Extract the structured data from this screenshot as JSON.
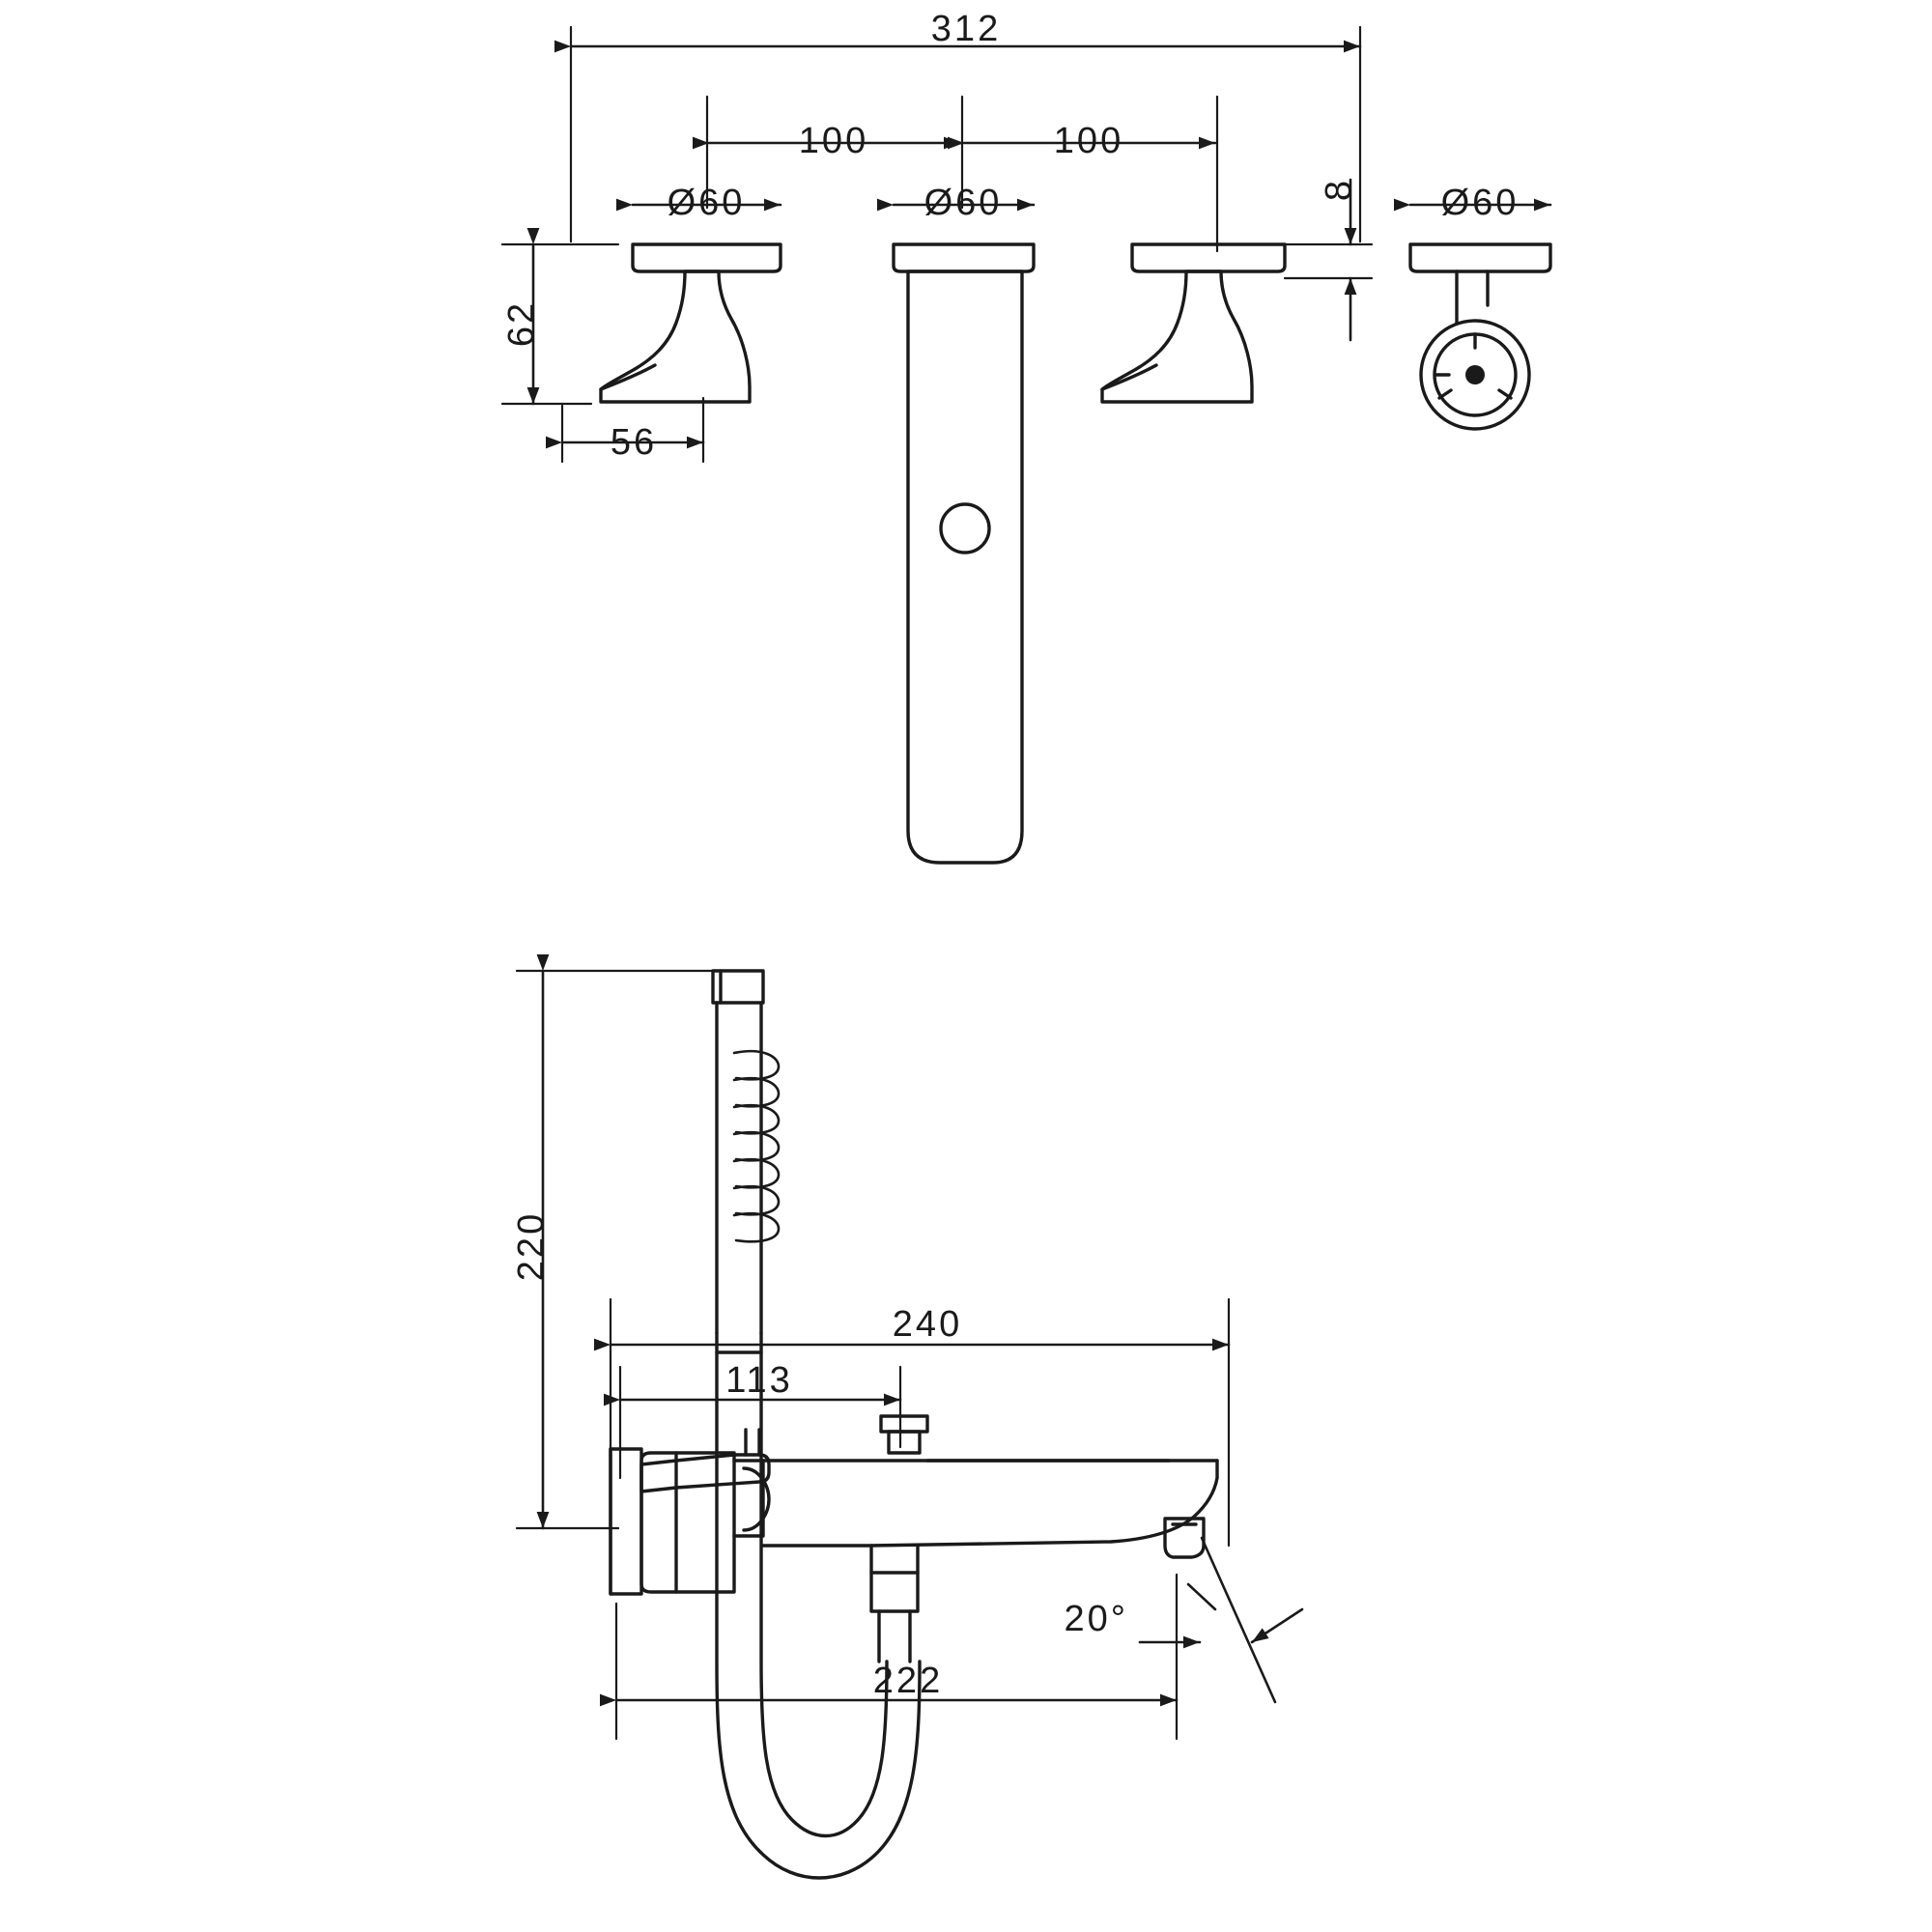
{
  "document": {
    "type": "technical-dimension-drawing",
    "subject": "Bath mixer / tub filler with handshower — dimensioned product drawing",
    "units": "mm",
    "line_color": "#1a1a1a",
    "background_color": "#ffffff"
  },
  "views": {
    "top_view": {
      "name": "three-hole-trim-elevation",
      "components": [
        {
          "name": "left-handle",
          "label": "Ø60"
        },
        {
          "name": "center-spout",
          "label": "Ø60"
        },
        {
          "name": "right-handle",
          "label": ""
        },
        {
          "name": "diverter-handle-side-view",
          "label": "Ø60"
        }
      ]
    },
    "bottom_view": {
      "name": "wall-mounted-bath-mixer-elevation",
      "components": [
        {
          "name": "handshower"
        },
        {
          "name": "wall-escutcheon"
        },
        {
          "name": "mixer-body"
        },
        {
          "name": "spout"
        },
        {
          "name": "shower-hose"
        }
      ]
    }
  },
  "dimensions": {
    "overall_width": "312",
    "spacing_left": "100",
    "spacing_right": "100",
    "diameter_left_handle": "Ø60",
    "diameter_center_spout": "Ø60",
    "diameter_side_handle": "Ø60",
    "handle_height": "62",
    "handle_depth": "56",
    "plate_thickness": "8",
    "handshower_height": "220",
    "spout_projection": "240",
    "hose_connection_offset": "113",
    "lower_projection": "222",
    "spout_outlet_angle": "20°"
  },
  "labels": [
    {
      "id": "d312",
      "text": "312"
    },
    {
      "id": "d100a",
      "text": "100"
    },
    {
      "id": "d100b",
      "text": "100"
    },
    {
      "id": "d60a",
      "text": "Ø60"
    },
    {
      "id": "d60b",
      "text": "Ø60"
    },
    {
      "id": "d60c",
      "text": "Ø60"
    },
    {
      "id": "d8",
      "text": "8"
    },
    {
      "id": "d62",
      "text": "62"
    },
    {
      "id": "d56",
      "text": "56"
    },
    {
      "id": "d220",
      "text": "220"
    },
    {
      "id": "d240",
      "text": "240"
    },
    {
      "id": "d113",
      "text": "113"
    },
    {
      "id": "d222",
      "text": "222"
    },
    {
      "id": "d20deg",
      "text": "20°"
    }
  ]
}
